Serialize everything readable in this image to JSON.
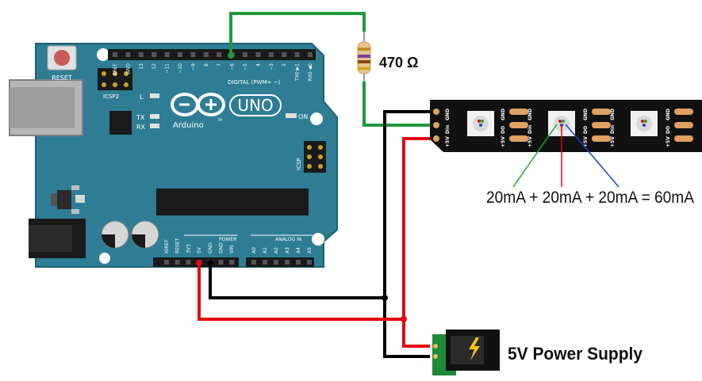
{
  "arduino": {
    "reset_label": "RESET",
    "icsp2_label": "ICSP2",
    "icsp_label": "ICSP",
    "logo_text": "Arduino",
    "model": "UNO",
    "tm": "TM",
    "led_l": "L",
    "led_tx": "TX",
    "led_rx": "RX",
    "led_on": "ON",
    "digital_header_label": "DIGITAL (PWM= ~)",
    "power_header_label": "POWER",
    "analog_header_label": "ANALOG IN",
    "digital_pins": [
      "AREF",
      "GND",
      "13",
      "12",
      "~11",
      "~10",
      "~9",
      "8",
      "7",
      "~6",
      "~5",
      "4",
      "~3",
      "2",
      "TX0 ▶1",
      "RX0 ◀0"
    ],
    "power_pins": [
      "IOREF",
      "RESET",
      "3V3",
      "5V",
      "GND",
      "GND",
      "VIN"
    ],
    "analog_pins": [
      "A0",
      "A1",
      "A2",
      "A3",
      "A4",
      "A5"
    ]
  },
  "resistor": {
    "label": "470 Ω"
  },
  "strip": {
    "left_pad_labels": [
      "GND",
      "Din",
      "+5V"
    ],
    "right_pad_labels": [
      "GND",
      "DO",
      "+5V"
    ]
  },
  "current_note": "20mA + 20mA + 20mA = 60mA",
  "power_supply": {
    "label": "5V Power Supply"
  },
  "wire_colors": {
    "data": "#1e9a3c",
    "ground": "#000000",
    "power": "#e30613"
  }
}
